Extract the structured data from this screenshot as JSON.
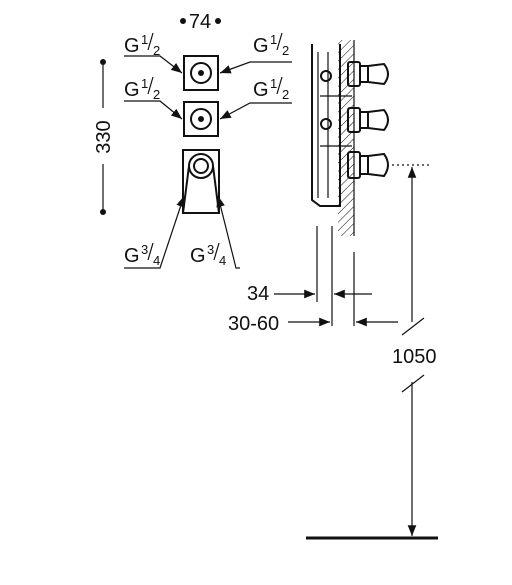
{
  "front_view": {
    "width_dim": "74",
    "height_dim": "330",
    "ports": {
      "top_left": {
        "prefix": "G",
        "num": "1",
        "den": "2"
      },
      "top_right": {
        "prefix": "G",
        "num": "1",
        "den": "2"
      },
      "mid_left": {
        "prefix": "G",
        "num": "1",
        "den": "2"
      },
      "mid_right": {
        "prefix": "G",
        "num": "1",
        "den": "2"
      },
      "bottom_left": {
        "prefix": "G",
        "num": "3",
        "den": "4"
      },
      "bottom_right": {
        "prefix": "G",
        "num": "3",
        "den": "4"
      }
    }
  },
  "side_view": {
    "depth_dim": "34",
    "wall_range_dim": "30-60",
    "floor_height_dim": "1050"
  }
}
